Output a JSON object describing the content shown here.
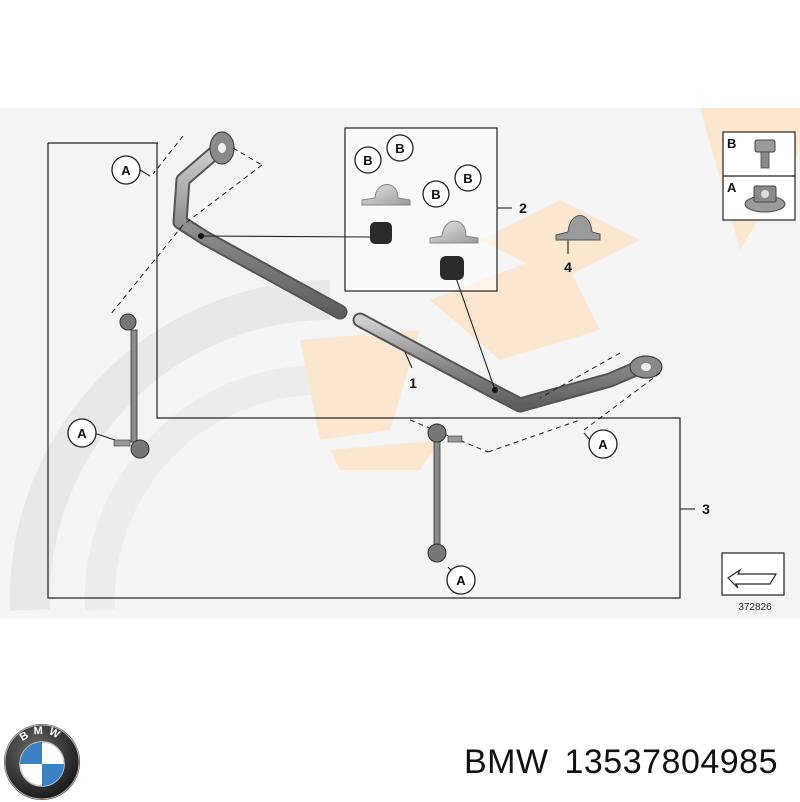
{
  "callouts": {
    "part_1": "1",
    "part_2": "2",
    "part_3": "3",
    "part_4": "4",
    "ref_a": "A",
    "ref_b": "B"
  },
  "legend": {
    "row_b": "B",
    "row_a": "A"
  },
  "image_number": "372826",
  "footer": {
    "brand": "BMW",
    "part_number": "13537804985",
    "logo_letters": "BMW"
  },
  "colors": {
    "watermark": "#fbe6d0",
    "part_fill": "#9a9a9a",
    "bushing": "#2a2a2a",
    "line": "#222222"
  }
}
